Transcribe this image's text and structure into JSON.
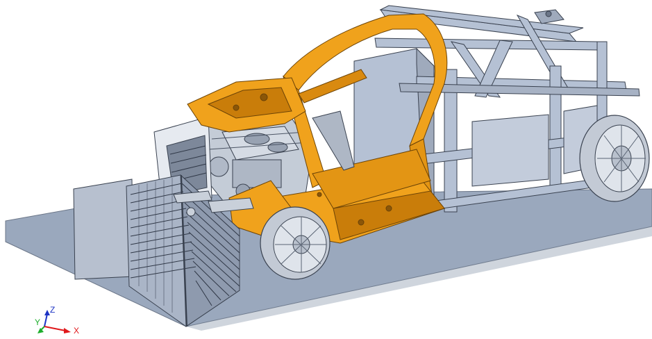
{
  "colors": {
    "background": "#ffffff",
    "ground_plane": "#9aa8bd",
    "frame_fill": "#b5c1d4",
    "frame_stroke": "#39414f",
    "body_in_white": "#f0a21c",
    "body_in_white_shade": "#c97d0a",
    "tire_fill": "#d3d9e2",
    "barrier_fill": "#aab5c7",
    "barrier_stripes": "#2f3746",
    "engine_fill": "#c4ccd7",
    "axis_x": "#e0181b",
    "axis_y": "#1dae2c",
    "axis_z": "#1c33c4"
  },
  "icons": [
    "coordinate-triad-icon"
  ],
  "triad": {
    "x_label": "X",
    "y_label": "Y",
    "z_label": "Z"
  }
}
